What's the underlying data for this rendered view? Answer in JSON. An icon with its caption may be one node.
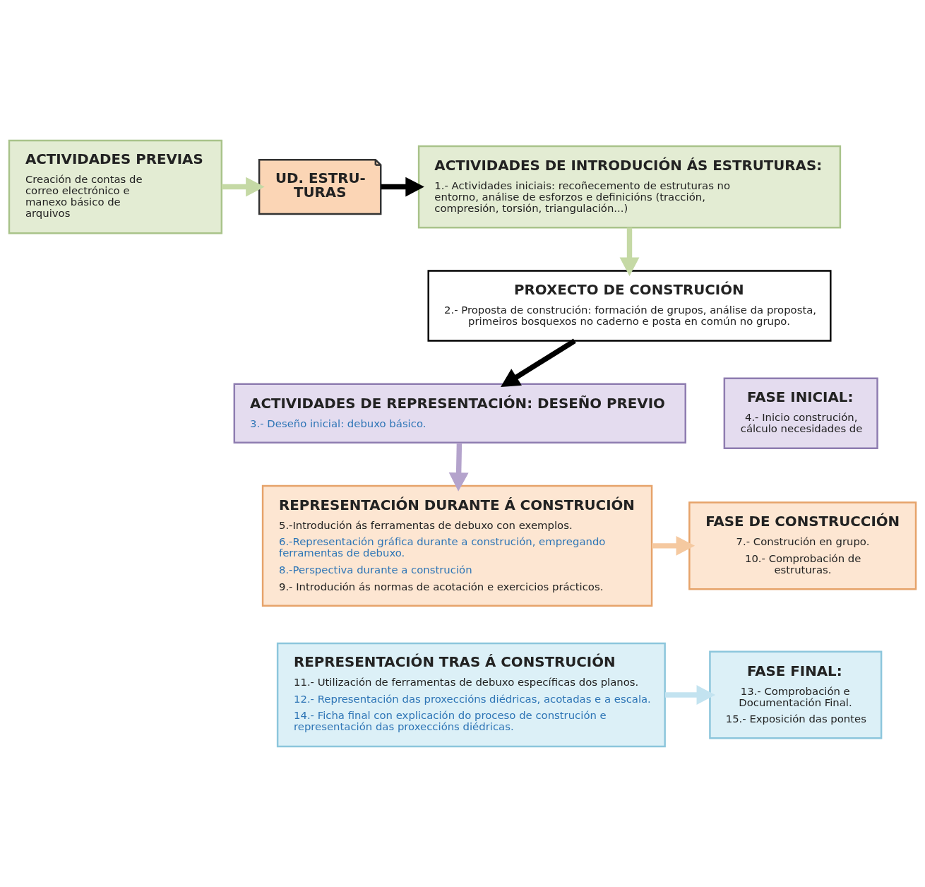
{
  "diagram": {
    "nodes": [
      {
        "text": [
          "ACTIVIDADES PREVIAS",
          "Creación de contas de correo electrónico e manexo básico de arquivos"
        ]
      },
      {
        "text": [
          "UD. ESTRU- TURAS"
        ]
      },
      {
        "text": [
          "ACTIVIDADES DE INTRODUCIÓN ÁS ESTRUTURAS:",
          "1.- Actividades iniciais: recoñecemento de estruturas no entorno, análise de esforzos e definicións (tracción, compresión, torsión, triangulación...)"
        ]
      },
      {
        "text": [
          "PROXECTO DE CONSTRUCIÓN",
          "2.- Proposta de construción: formación de grupos, análise da proposta, primeiros bosquexos no caderno e posta en común no grupo."
        ]
      },
      {
        "text": [
          "ACTIVIDADES DE REPRESENTACIÓN: DESEÑO PREVIO",
          "3.- Deseño inicial: debuxo básico."
        ]
      },
      {
        "text": [
          "FASE INICIAL:",
          "4.- Inicio construción, cálculo necesidades de"
        ]
      },
      {
        "text": [
          "REPRESENTACIÓN DURANTE Á CONSTRUCIÓN",
          "5.-Introdución ás ferramentas de debuxo con exemplos.",
          "6.-Representación gráfica durante a construción, empregando ferramentas de debuxo.",
          "8.-Perspectiva durante a construción",
          "9.- Introdución ás normas de acotación e exercicios prácticos."
        ]
      },
      {
        "text": [
          "FASE DE CONSTRUCCIÓN",
          "7.- Construción en grupo.",
          "10.- Comprobación de estruturas."
        ]
      },
      {
        "text": [
          "REPRESENTACIÓN TRAS Á CONSTRUCIÓN",
          "11.- Utilización de ferramentas de debuxo específicas dos planos.",
          "12.- Representación das proxeccións diédricas, acotadas e a escala.",
          "14.- Ficha final con explicación do proceso de construción e representación das proxeccións diédricas."
        ]
      },
      {
        "text": [
          "FASE FINAL:",
          "13.- Comprobación e Documentación Final.",
          "15.- Exposición das pontes"
        ]
      }
    ],
    "edges": [
      {
        "from": 0,
        "to": 1,
        "arrow": "to",
        "color": "#c5d9a5"
      },
      {
        "from": 1,
        "to": 2,
        "arrow": "to",
        "color": "#000000"
      },
      {
        "from": 2,
        "to": 3,
        "arrow": "to",
        "color": "#c5d9a5"
      },
      {
        "from": 3,
        "to": 4,
        "arrow": "to",
        "color": "#000000"
      },
      {
        "from": 4,
        "to": 6,
        "arrow": "to",
        "color": "#b4a3cc"
      },
      {
        "from": 6,
        "to": 7,
        "arrow": "to",
        "color": "#f5c9a0"
      },
      {
        "from": 8,
        "to": 9,
        "arrow": "to",
        "color": "#c3e3f0"
      }
    ]
  }
}
